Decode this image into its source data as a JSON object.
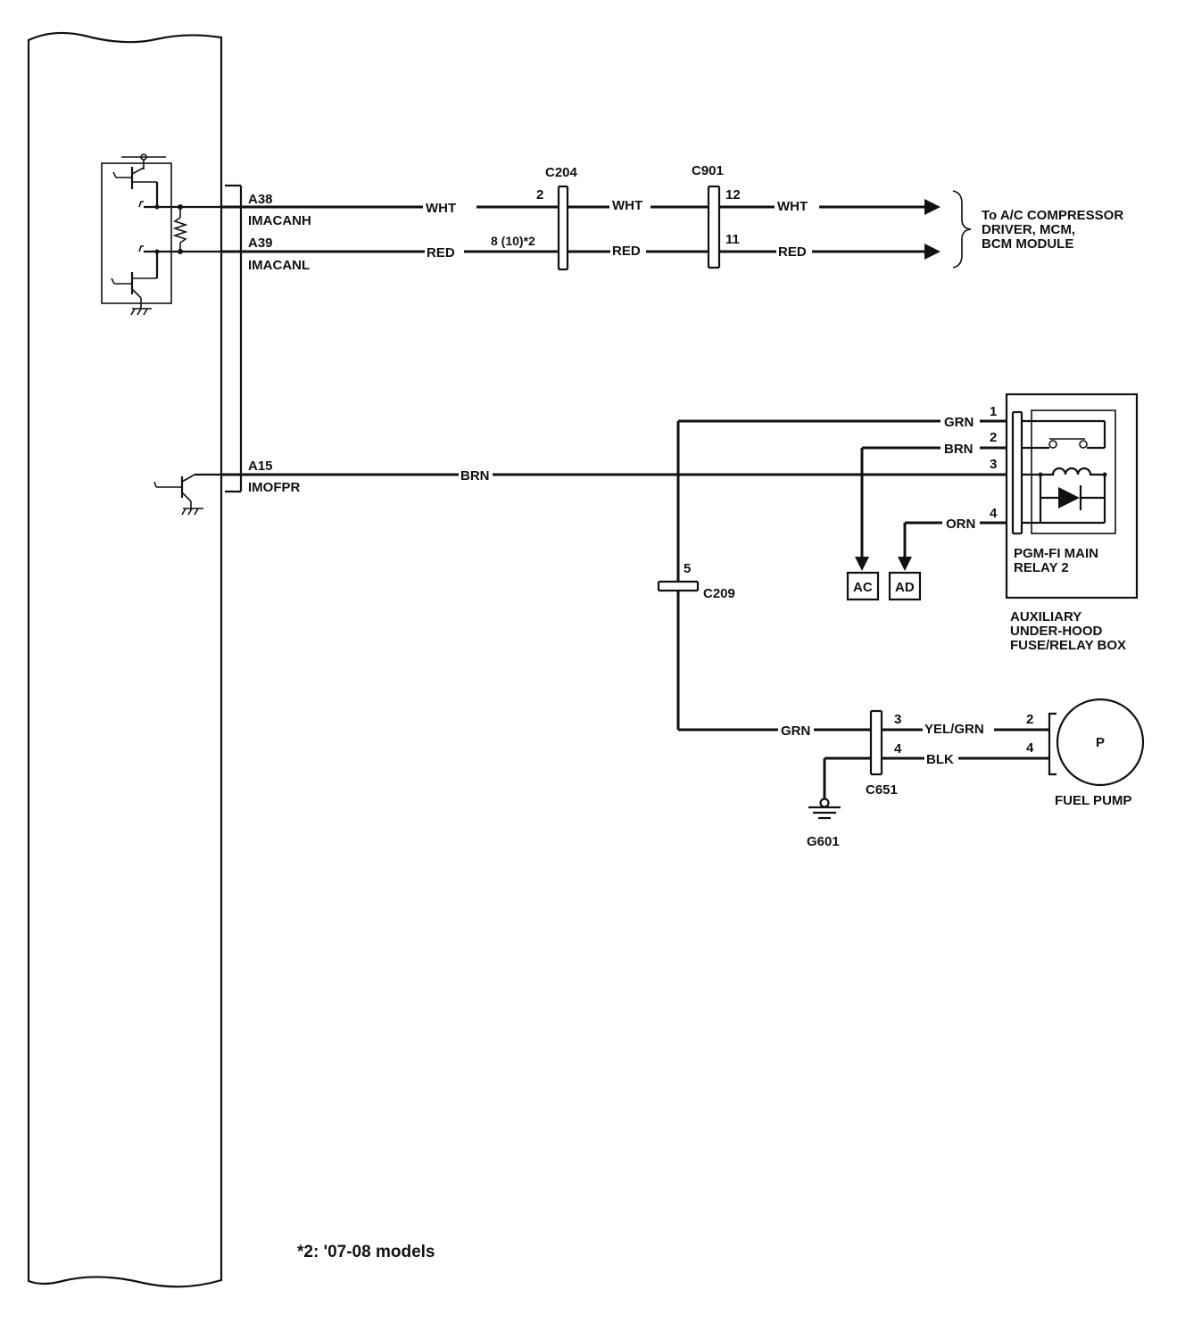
{
  "ecm_pins": {
    "a38": {
      "pin": "A38",
      "signal": "IMACANH"
    },
    "a39": {
      "pin": "A39",
      "signal": "IMACANL"
    },
    "a15": {
      "pin": "A15",
      "signal": "IMOFPR"
    }
  },
  "wire_colors": {
    "wht": "WHT",
    "red": "RED",
    "brn": "BRN",
    "grn": "GRN",
    "orn": "ORN",
    "yel_grn": "YEL/GRN",
    "blk": "BLK"
  },
  "connectors": {
    "c204": {
      "name": "C204",
      "pin_wht": "2",
      "pin_red": "8 (10)*2"
    },
    "c901": {
      "name": "C901",
      "pin_wht": "12",
      "pin_red": "11"
    },
    "c209": {
      "name": "C209",
      "pin": "5"
    },
    "c651": {
      "name": "C651",
      "pin_yel_grn": "3",
      "pin_blk": "4"
    }
  },
  "destination": {
    "line1": "To A/C COMPRESSOR",
    "line2": "DRIVER, MCM,",
    "line3": "BCM MODULE"
  },
  "relay": {
    "pins": [
      "1",
      "2",
      "3",
      "4"
    ],
    "name_line1": "PGM-FI MAIN",
    "name_line2": "RELAY 2",
    "box_line1": "AUXILIARY",
    "box_line2": "UNDER-HOOD",
    "box_line3": "FUSE/RELAY BOX"
  },
  "terminals": {
    "ac": "AC",
    "ad": "AD"
  },
  "fuel_pump": {
    "symbol": "P",
    "label": "FUEL PUMP",
    "pin_a": "2",
    "pin_b": "4"
  },
  "ground": {
    "label": "G601"
  },
  "footnote": "*2: '07-08 models"
}
